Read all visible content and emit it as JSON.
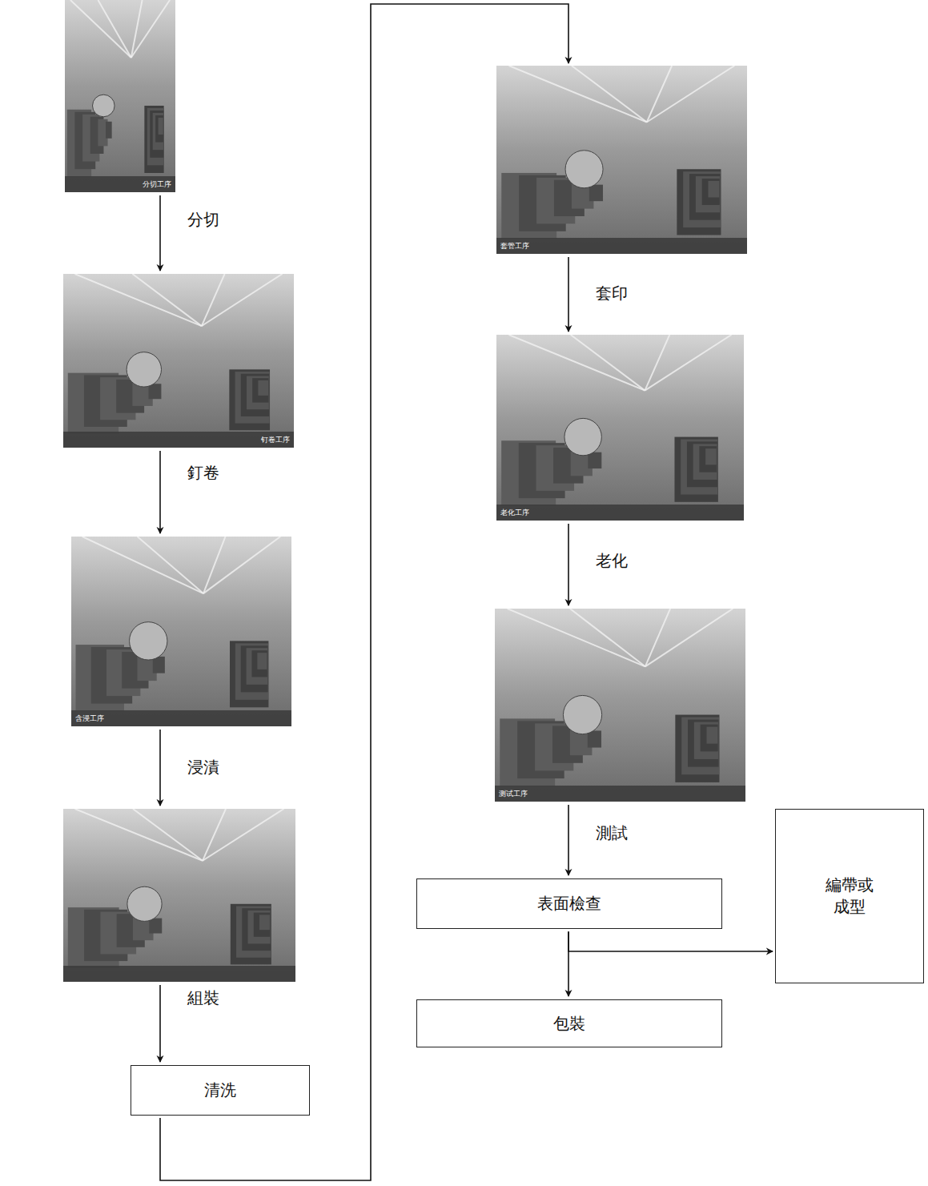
{
  "diagram": {
    "nodes": [
      {
        "text": [
          "分切工序"
        ]
      },
      {
        "text": [
          "钉卷工序"
        ]
      },
      {
        "text": [
          "含浸工序"
        ]
      },
      {
        "text": []
      },
      {
        "text": [
          "清洗"
        ]
      },
      {
        "text": [
          "套管工序"
        ]
      },
      {
        "text": [
          "老化工序"
        ]
      },
      {
        "text": [
          "测试工序"
        ]
      },
      {
        "text": [
          "表面檢查"
        ]
      },
      {
        "text": [
          "編帶或 成型"
        ]
      },
      {
        "text": [
          "包裝"
        ]
      }
    ],
    "edges": [
      {
        "from": 0,
        "to": 1,
        "label": "分切",
        "arrow": "to"
      },
      {
        "from": 1,
        "to": 2,
        "label": "釘卷",
        "arrow": "to"
      },
      {
        "from": 2,
        "to": 3,
        "label": "浸漬",
        "arrow": "to"
      },
      {
        "from": 3,
        "to": 4,
        "label": "組裝",
        "arrow": "to"
      },
      {
        "from": 4,
        "to": 5,
        "arrow": "to"
      },
      {
        "from": 5,
        "to": 6,
        "label": "套印",
        "arrow": "to"
      },
      {
        "from": 6,
        "to": 7,
        "label": "老化",
        "arrow": "to"
      },
      {
        "from": 7,
        "to": 8,
        "label": "測試",
        "arrow": "to"
      },
      {
        "from": 8,
        "to": 10,
        "arrow": "to"
      },
      {
        "from": 8,
        "to": 9,
        "arrow": "to"
      }
    ]
  }
}
